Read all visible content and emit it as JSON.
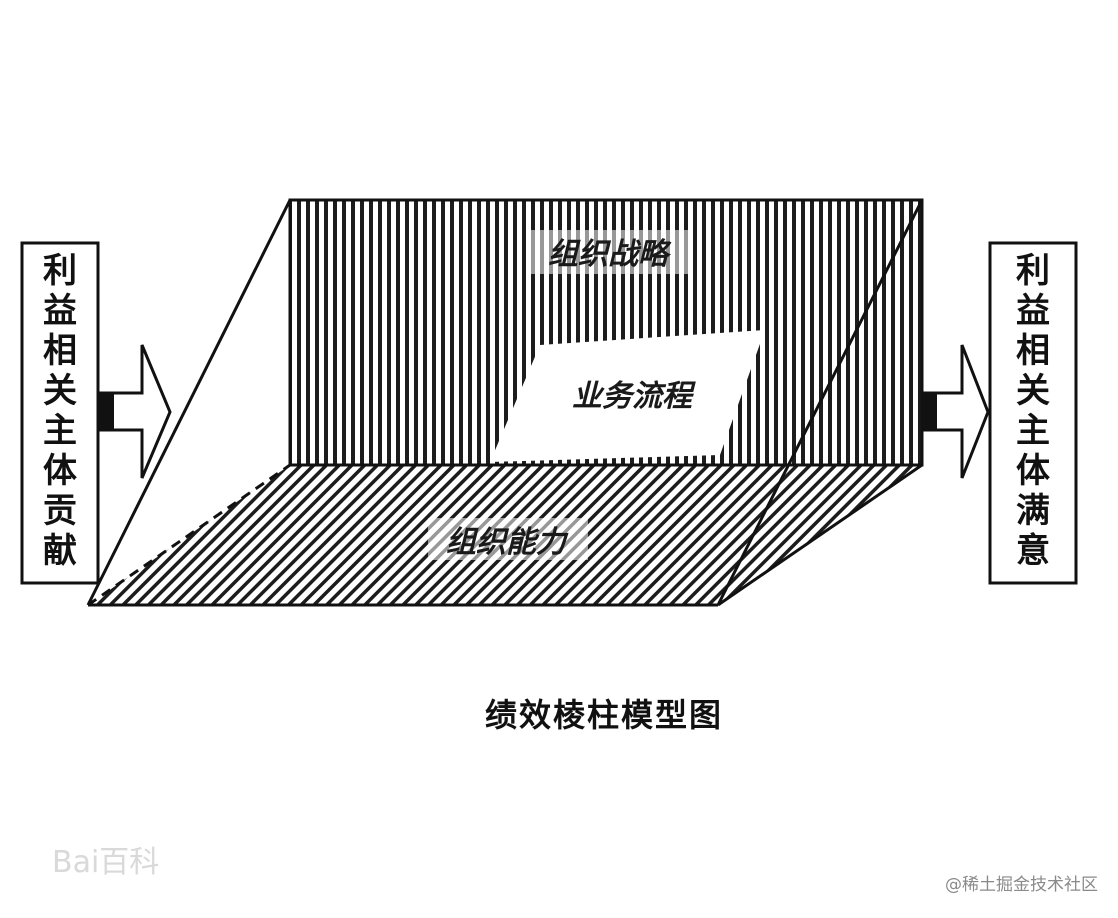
{
  "diagram": {
    "left_box": {
      "chars": [
        "利",
        "益",
        "相",
        "关",
        "主",
        "体",
        "贡",
        "献"
      ]
    },
    "right_box": {
      "chars": [
        "利",
        "益",
        "相",
        "关",
        "主",
        "体",
        "满",
        "意"
      ]
    },
    "back_face_label": "组织战略",
    "process_label": "业务流程",
    "floor_label": "组织能力",
    "caption": "绩效棱柱模型图",
    "watermark_left": "Bai百科",
    "watermark_right": "@稀土掘金技术社区"
  }
}
